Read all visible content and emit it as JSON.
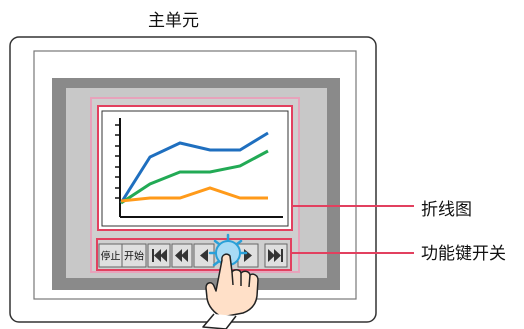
{
  "diagram": {
    "title": "主单元",
    "callouts": {
      "line_chart": "折线图",
      "function_keys": "功能键开关"
    },
    "buttons": {
      "stop": "停止",
      "start": "开始",
      "first": "⏮",
      "prev_fast": "⏪",
      "prev": "◀",
      "next": "▶",
      "last": "⏭"
    },
    "series_colors": [
      "#1f6fbf",
      "#22aa55",
      "#ff9a1a"
    ]
  }
}
